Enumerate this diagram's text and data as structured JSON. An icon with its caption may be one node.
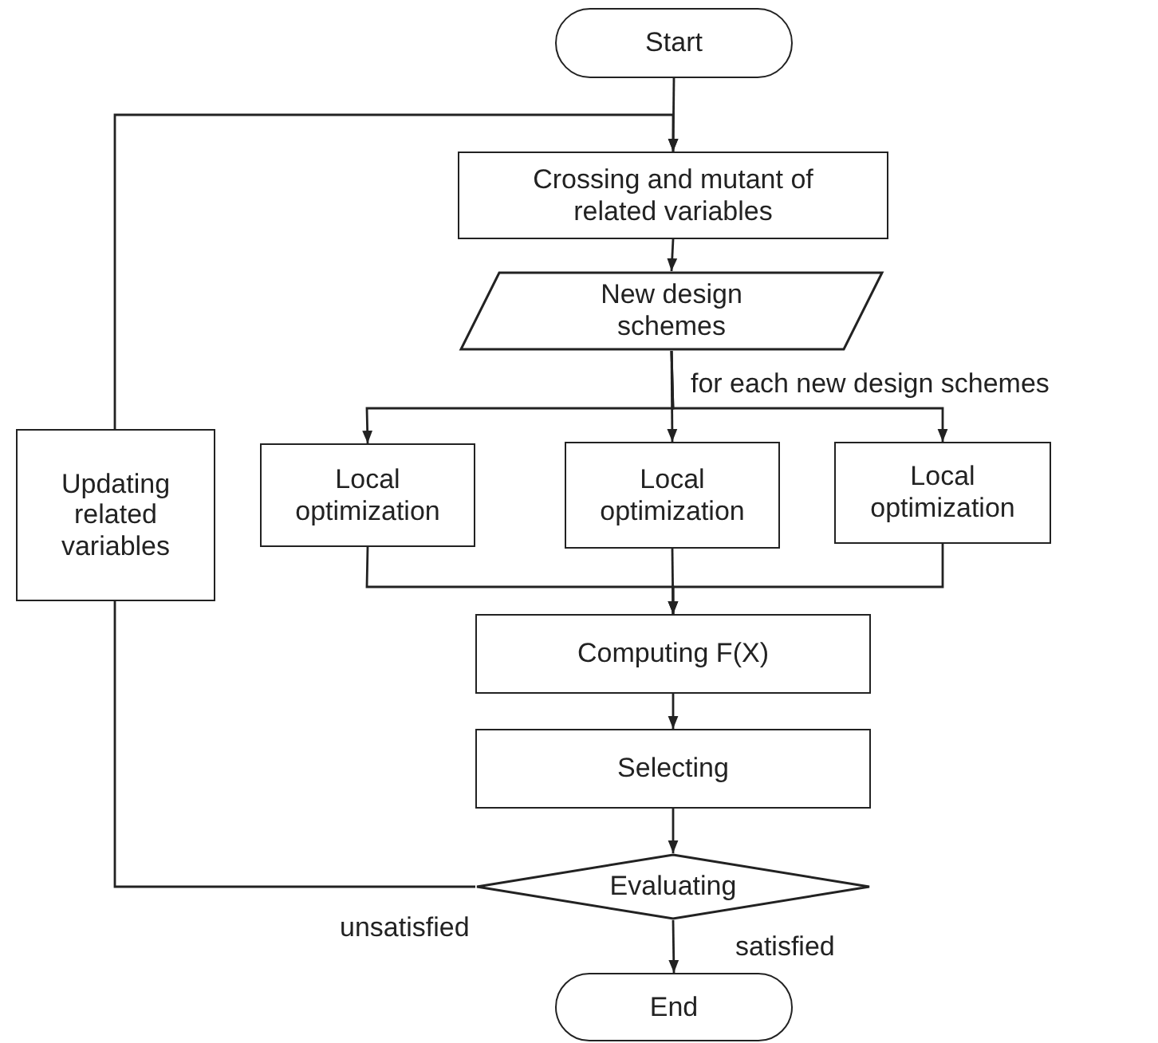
{
  "diagram": {
    "nodes": [
      {
        "text": [
          "Start"
        ]
      },
      {
        "text": [
          "Crossing and mutant of related variables"
        ]
      },
      {
        "text": [
          "New design schemes"
        ]
      },
      {
        "text": [
          "Local optimization"
        ]
      },
      {
        "text": [
          "Local optimization"
        ]
      },
      {
        "text": [
          "Local optimization"
        ]
      },
      {
        "text": [
          "Computing F(X)"
        ]
      },
      {
        "text": [
          "Selecting"
        ]
      },
      {
        "text": [
          "Evaluating"
        ]
      },
      {
        "text": [
          "End"
        ]
      },
      {
        "text": [
          "Updating related variables"
        ]
      }
    ],
    "edges": [
      {
        "from": 0,
        "to": 1,
        "arrow": "to"
      },
      {
        "from": 10,
        "to": 1,
        "arrow": "to"
      },
      {
        "from": 1,
        "to": 2,
        "arrow": "to"
      },
      {
        "from": 2,
        "to": 3,
        "arrow": "to"
      },
      {
        "from": 2,
        "to": 4,
        "arrow": "to",
        "label": "for each new design schemes"
      },
      {
        "from": 2,
        "to": 5,
        "arrow": "to"
      },
      {
        "from": 3,
        "to": 6,
        "arrow": "to"
      },
      {
        "from": 4,
        "to": 6,
        "arrow": "to"
      },
      {
        "from": 5,
        "to": 6,
        "arrow": "to"
      },
      {
        "from": 6,
        "to": 7,
        "arrow": "to"
      },
      {
        "from": 7,
        "to": 8,
        "arrow": "to"
      },
      {
        "from": 8,
        "to": 10,
        "arrow": "none",
        "label": "unsatisfied"
      },
      {
        "from": 8,
        "to": 9,
        "arrow": "to",
        "label": "satisfied"
      }
    ]
  }
}
